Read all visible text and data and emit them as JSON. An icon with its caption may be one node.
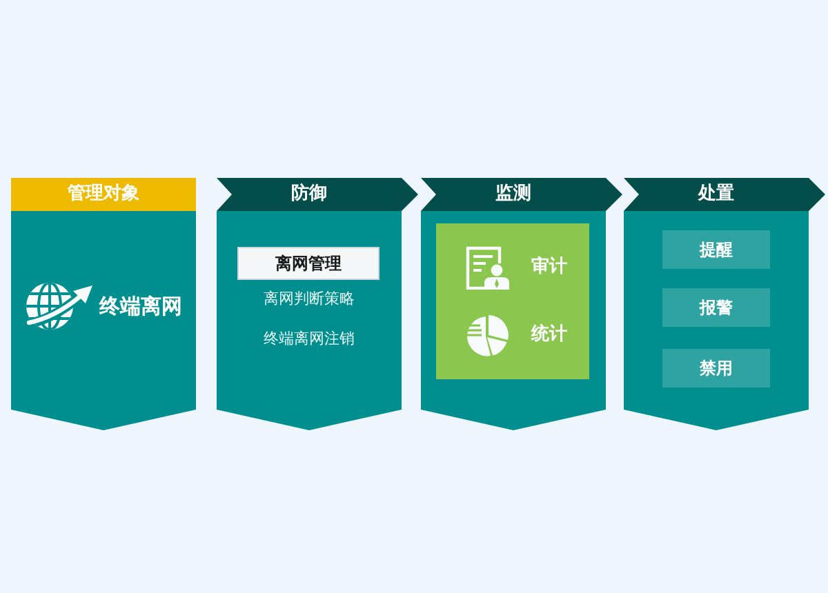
{
  "diagram": {
    "nodes": [
      {
        "text": [
          "管理对象",
          "终端离网"
        ]
      },
      {
        "text": [
          "防御",
          "离网判断策略",
          "终端离网注销"
        ]
      },
      {
        "text": [
          "离网管理"
        ],
        "in": 1
      },
      {
        "text": [
          "监测"
        ]
      },
      {
        "text": [
          "审计",
          "统计"
        ],
        "in": 3
      },
      {
        "text": [
          "处置"
        ]
      },
      {
        "text": [
          "提醒"
        ],
        "in": 5
      },
      {
        "text": [
          "报警"
        ],
        "in": 5
      },
      {
        "text": [
          "禁用"
        ],
        "in": 5
      }
    ]
  }
}
